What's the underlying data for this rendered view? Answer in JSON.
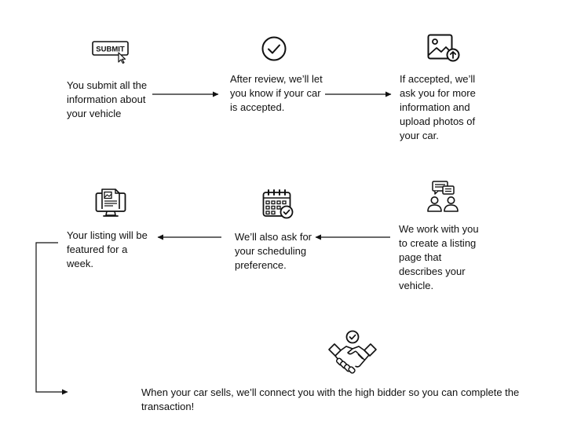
{
  "steps": [
    {
      "icon": "submit-button-icon",
      "text": "You submit all the information about your vehicle"
    },
    {
      "icon": "checkmark-circle-icon",
      "text": "After review, we’ll let you know if your car is accepted."
    },
    {
      "icon": "photo-upload-icon",
      "text": "If accepted, we’ll ask you for more information and upload photos of your car."
    },
    {
      "icon": "people-chat-icon",
      "text": "We work with you to create a listing page that describes your vehicle."
    },
    {
      "icon": "calendar-check-icon",
      "text": "We’ll also ask for your scheduling preference."
    },
    {
      "icon": "monitor-listing-icon",
      "text": "Your listing will be featured for a week."
    },
    {
      "icon": "handshake-check-icon",
      "text": "When your car sells, we’ll connect you with the high bidder so you can complete the transaction!"
    }
  ],
  "submit_icon_label": "SUBMIT"
}
